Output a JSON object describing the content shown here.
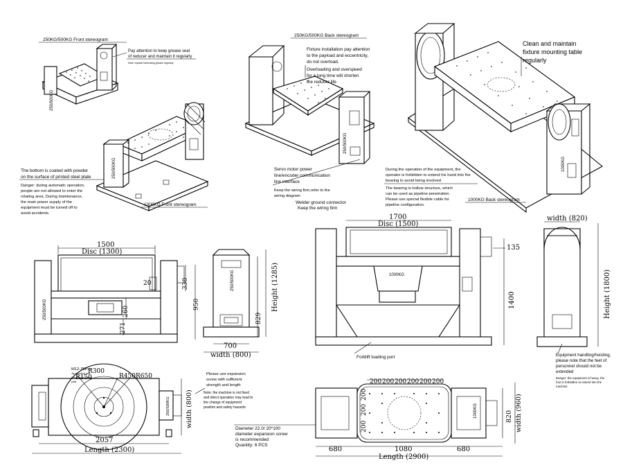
{
  "titles": {
    "front250": "250KG/500KG Front stereogram",
    "back250": "250KG/500KG Back stereogram",
    "front1000": "1000KG Front stereogram",
    "back1000": "1000KG Back stereogram"
  },
  "notes": {
    "grease": [
      "Pay attention to keep grease seal",
      "of reducer and maintain it regularly"
    ],
    "grease_small": "Note: replace lubricating grease regularly",
    "fixture": [
      "Fixture installation pay attention",
      "to the payload and eccentricity,",
      "do not overload."
    ],
    "overload": [
      "Overloading and overspeed",
      "for a long time will shorten",
      "the reducer life"
    ],
    "clean": [
      "Clean and maintain",
      "fixture mounting table",
      "regularly"
    ],
    "powder": [
      "The bottom is coated with powder",
      "on the surface of printed steel plate"
    ],
    "danger1": [
      "Danger: during automatic operation,",
      "people are not allowed to enter the",
      "rotating area. During maintenance,",
      "the main power supply of the",
      "equipment must be turned off to",
      "avoid accidents."
    ],
    "servo": [
      "Servo motor power",
      "line/encoder communication",
      "line interface"
    ],
    "wiring": [
      "Keep the wiring firm,refer to the",
      "wiring diagram"
    ],
    "welder": [
      "Welder ground connector",
      "Keep the wiring firm"
    ],
    "operation": [
      "During the operation of the equipment, the",
      "operator is forbidden to extend his hand into the",
      "bearing to avoid being involved"
    ],
    "bearing": [
      "The bearing is hollow structure, which",
      "can be used as pipeline penetration.",
      "Please use special flexible cable for",
      "pipeline configuration."
    ],
    "forklift": "Forklift loading port",
    "handling": [
      "Equipment handling/hoisting,",
      "please note that the feet of",
      "personnel should not be",
      "extended"
    ],
    "danger2": [
      "Danger: the equipment is heavy, the",
      "foot is forbidden to extend into the",
      "machine."
    ],
    "expansion": [
      "Please use expansion",
      "screw with sufficient",
      "strength and length"
    ],
    "notfixed": [
      "Note: the machine is not fixed",
      "and direct operation may lead to",
      "the change of equipment",
      "position and safety hazards"
    ],
    "diameter": [
      "Diameter 22.0/ 20*100",
      "diameter expansion screw",
      "is recommended",
      "Quantity: 6 PCS"
    ],
    "m12": "M12-38Pcs",
    "m12_sub": [
      "Jig mounting hole",
      "Universal mounting",
      "plate"
    ]
  },
  "labels": {
    "side250": "250/500KG",
    "k1000": "1000KG"
  },
  "dims": {
    "d1500": "1500",
    "disc1300": "Disc (1300)",
    "d20": "20",
    "d330": "330",
    "d950": "950",
    "d260": "260",
    "d271": "271",
    "d1285": "Height (1285)",
    "d829": "829",
    "d700": "700",
    "w800": "width (800)",
    "d1700": "1700",
    "disc1500": "Disc (1500)",
    "d135": "135",
    "d1400": "1400",
    "w820": "width (820)",
    "h1800": "Height (1800)",
    "r300": "R300",
    "r150": "R150",
    "r450": "R450",
    "r650": "R650",
    "w800b": "width (800)",
    "d2057": "2057",
    "len2300": "Length (2300)",
    "d200": "200",
    "d820": "820",
    "w960": "width (960)",
    "d680": "680",
    "d1080": "1080",
    "len2900": "Length (2900)"
  }
}
